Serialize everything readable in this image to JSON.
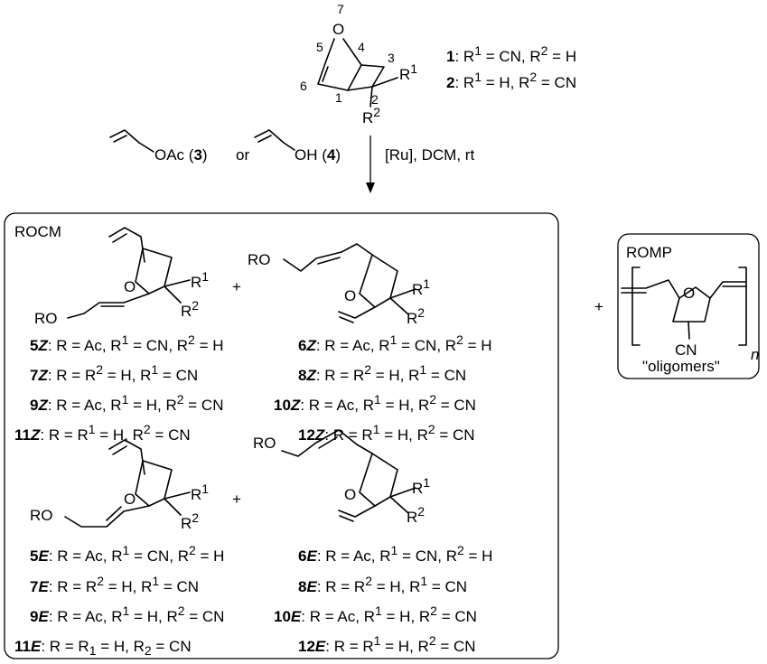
{
  "starting_material": {
    "atom_labels": {
      "o7": "7",
      "o": "O",
      "c5": "5",
      "c4": "4",
      "c3": "3",
      "c6": "6",
      "c1": "1",
      "c2": "2"
    },
    "substituents": {
      "r1": "R",
      "r1_sup": "1",
      "r2": "R",
      "r2_sup": "2"
    },
    "compound_1": {
      "num": "1",
      "text": ": R",
      "s1": "1",
      "mid": " = CN, R",
      "s2": "2",
      "end": " = H"
    },
    "compound_2": {
      "num": "2",
      "text": ": R",
      "s1": "1",
      "mid": " = H, R",
      "s2": "2",
      "end": " = CN"
    }
  },
  "reagents": {
    "allyl_acetate": {
      "label": "OAc (",
      "num": "3",
      "close": ")"
    },
    "or": "or",
    "allyl_alcohol": {
      "label": "OH (",
      "num": "4",
      "close": ")"
    },
    "conditions": "[Ru], DCM, rt"
  },
  "rocm": {
    "title": "ROCM",
    "plus1": "+",
    "plus2": "+",
    "ring_o": "O",
    "ro": "RO",
    "r": "R",
    "sup1": "1",
    "sup2": "2",
    "z_series": [
      {
        "num": "5",
        "iso": "Z",
        "rest": ": R = Ac, R",
        "a": "1",
        "b": " = CN, R",
        "c": "2",
        "d": " = H"
      },
      {
        "num": "6",
        "iso": "Z",
        "rest": ": R = Ac, R",
        "a": "1",
        "b": " = CN, R",
        "c": "2",
        "d": " = H"
      },
      {
        "num": "7",
        "iso": "Z",
        "rest": ": R = R",
        "a": "2",
        "b": " = H, R",
        "c": "1",
        "d": " = CN"
      },
      {
        "num": "8",
        "iso": "Z",
        "rest": ": R = R",
        "a": "2",
        "b": " = H, R",
        "c": "1",
        "d": " = CN"
      },
      {
        "num": "9",
        "iso": "Z",
        "rest": ": R = Ac, R",
        "a": "1",
        "b": " = H, R",
        "c": "2",
        "d": " = CN"
      },
      {
        "num": "10",
        "iso": "Z",
        "rest": ": R = Ac, R",
        "a": "1",
        "b": " = H, R",
        "c": "2",
        "d": " = CN"
      },
      {
        "num": "11",
        "iso": "Z",
        "rest": ": R = R",
        "a": "1",
        "b": " = H, R",
        "c": "2",
        "d": " = CN"
      },
      {
        "num": "12",
        "iso": "Z",
        "rest": ": R = R",
        "a": "1",
        "b": " = H, R",
        "c": "2",
        "d": " = CN"
      }
    ],
    "e_series": [
      {
        "num": "5",
        "iso": "E",
        "rest": ": R = Ac, R",
        "a": "1",
        "b": " = CN, R",
        "c": "2",
        "d": " = H"
      },
      {
        "num": "6",
        "iso": "E",
        "rest": ": R = Ac, R",
        "a": "1",
        "b": " = CN, R",
        "c": "2",
        "d": " = H"
      },
      {
        "num": "7",
        "iso": "E",
        "rest": ": R = R",
        "a": "2",
        "b": " = H, R",
        "c": "1",
        "d": " = CN"
      },
      {
        "num": "8",
        "iso": "E",
        "rest": ": R = R",
        "a": "2",
        "b": " = H, R",
        "c": "1",
        "d": " = CN"
      },
      {
        "num": "9",
        "iso": "E",
        "rest": ": R = Ac, R",
        "a": "1",
        "b": " = H, R",
        "c": "2",
        "d": " = CN"
      },
      {
        "num": "10",
        "iso": "E",
        "rest": ": R = Ac, R",
        "a": "1",
        "b": " = H, R",
        "c": "2",
        "d": " = CN"
      },
      {
        "num": "11",
        "iso": "E",
        "rest": ": R = R",
        "a": "1",
        "b": " = H, R",
        "c": "2",
        "d": " = CN"
      },
      {
        "num": "12",
        "iso": "E",
        "rest": ": R = R",
        "a": "1",
        "b": " = H, R",
        "c": "2",
        "d": " = CN"
      }
    ],
    "e11_special": {
      "num": "11",
      "iso": "E",
      "rest": ": R = R",
      "a": "1",
      "b": " = H, R",
      "c": "2",
      "d": " = CN"
    }
  },
  "romp": {
    "plus": "+",
    "title": "ROMP",
    "ring_o": "O",
    "cn": "CN",
    "n": "n",
    "oligomers": "\"oligomers\""
  }
}
